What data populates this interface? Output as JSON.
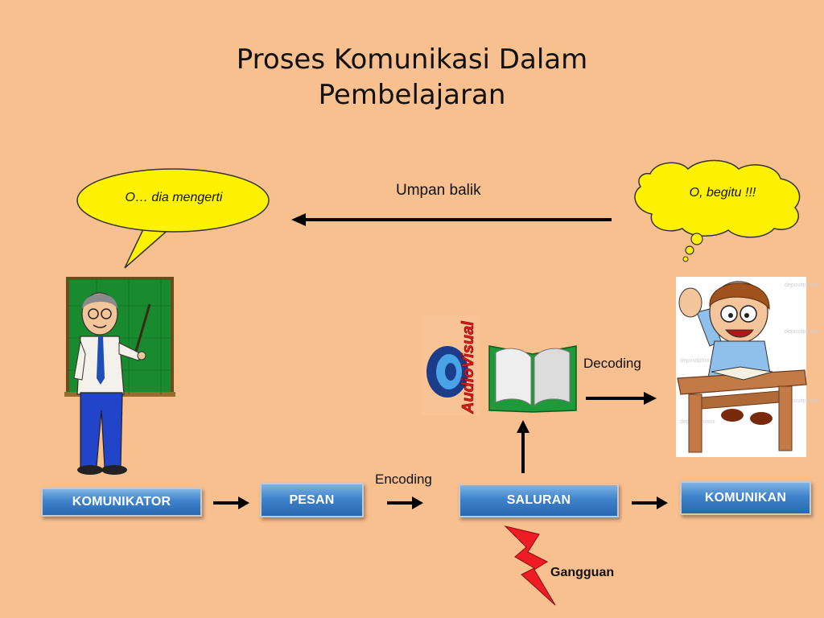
{
  "title": {
    "line1": "Proses Komunikasi Dalam",
    "line2": "Pembelajaran"
  },
  "speech": {
    "teacher": "O… dia mengerti",
    "student": "O, begitu !!!"
  },
  "feedback_label": "Umpan balik",
  "labels": {
    "encoding": "Encoding",
    "decoding": "Decoding",
    "noise": "Gangguan"
  },
  "boxes": {
    "communicator": "KOMUNIKATOR",
    "message": "PESAN",
    "channel": "SALURAN",
    "receiver": "KOMUNIKAN"
  },
  "logo": {
    "audiovisual": "AudioVisual"
  },
  "colors": {
    "background": "#f8bf8f",
    "box_blue": "#3e83cc",
    "bubble_yellow": "#fff200",
    "lightning_red": "#ee1c24",
    "board_green": "#1a8a2e"
  }
}
